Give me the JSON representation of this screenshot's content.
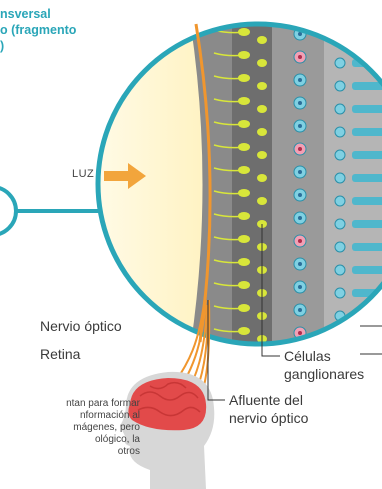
{
  "title_lines": [
    "nsversal",
    "o (fragmento",
    ")"
  ],
  "arrow_label": "LUZ",
  "labels": {
    "optic_nerve": "Nervio óptico",
    "retina": "Retina",
    "ganglion_line1": "Células",
    "ganglion_line2": "ganglionares",
    "afferent_line1": "Afluente del",
    "afferent_line2": "nervio óptico"
  },
  "paragraph_lines": [
    "ntan para formar",
    "nformación al",
    "mágenes, pero",
    "ológico, la",
    "otros"
  ],
  "colors": {
    "accent": "#2aa6b8",
    "nerve": "#f0962e",
    "cell_yellow": "#d8e63a",
    "brain": "#e24a4a",
    "head": "#d7d7d7"
  }
}
